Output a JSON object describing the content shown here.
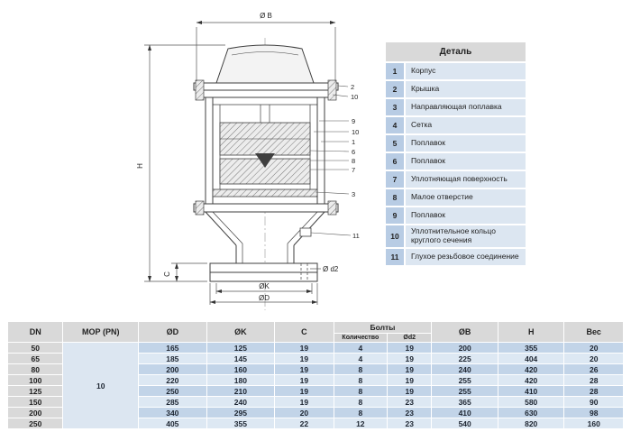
{
  "drawing": {
    "dims": {
      "b": "Ø B",
      "h": "H",
      "c": "C",
      "k": "ØK",
      "d": "ØD",
      "d2": "Ø d2"
    },
    "callouts": [
      "2",
      "10",
      "9",
      "10",
      "1",
      "6",
      "8",
      "7",
      "3",
      "11"
    ]
  },
  "parts_table": {
    "title": "Деталь",
    "rows": [
      {
        "num": "1",
        "name": "Корпус"
      },
      {
        "num": "2",
        "name": "Крышка"
      },
      {
        "num": "3",
        "name": "Направляющая поплавка"
      },
      {
        "num": "4",
        "name": "Сетка"
      },
      {
        "num": "5",
        "name": "Поплавок"
      },
      {
        "num": "6",
        "name": "Поплавок"
      },
      {
        "num": "7",
        "name": "Уплотняющая поверхность"
      },
      {
        "num": "8",
        "name": "Малое отверстие"
      },
      {
        "num": "9",
        "name": "Поплавок"
      },
      {
        "num": "10",
        "name": "Уплотнительное кольцо круглого сечения"
      },
      {
        "num": "11",
        "name": "Глухое резьбовое соединение"
      }
    ]
  },
  "spec_table": {
    "headers": {
      "dn": "DN",
      "mop": "МОР (PN)",
      "d": "ØD",
      "k": "ØK",
      "c": "C",
      "bolts": "Болты",
      "qty": "Количество",
      "d2": "Ød2",
      "b": "ØB",
      "h": "H",
      "weight": "Вес"
    },
    "mop_value": "10",
    "rows": [
      {
        "dn": "50",
        "d": "165",
        "k": "125",
        "c": "19",
        "qty": "4",
        "d2": "19",
        "b": "200",
        "h": "355",
        "weight": "20"
      },
      {
        "dn": "65",
        "d": "185",
        "k": "145",
        "c": "19",
        "qty": "4",
        "d2": "19",
        "b": "225",
        "h": "404",
        "weight": "20"
      },
      {
        "dn": "80",
        "d": "200",
        "k": "160",
        "c": "19",
        "qty": "8",
        "d2": "19",
        "b": "240",
        "h": "420",
        "weight": "26"
      },
      {
        "dn": "100",
        "d": "220",
        "k": "180",
        "c": "19",
        "qty": "8",
        "d2": "19",
        "b": "255",
        "h": "420",
        "weight": "28"
      },
      {
        "dn": "125",
        "d": "250",
        "k": "210",
        "c": "19",
        "qty": "8",
        "d2": "19",
        "b": "255",
        "h": "410",
        "weight": "28"
      },
      {
        "dn": "150",
        "d": "285",
        "k": "240",
        "c": "19",
        "qty": "8",
        "d2": "23",
        "b": "365",
        "h": "580",
        "weight": "90"
      },
      {
        "dn": "200",
        "d": "340",
        "k": "295",
        "c": "20",
        "qty": "8",
        "d2": "23",
        "b": "410",
        "h": "630",
        "weight": "98"
      },
      {
        "dn": "250",
        "d": "405",
        "k": "355",
        "c": "22",
        "qty": "12",
        "d2": "23",
        "b": "540",
        "h": "820",
        "weight": "160"
      }
    ]
  }
}
